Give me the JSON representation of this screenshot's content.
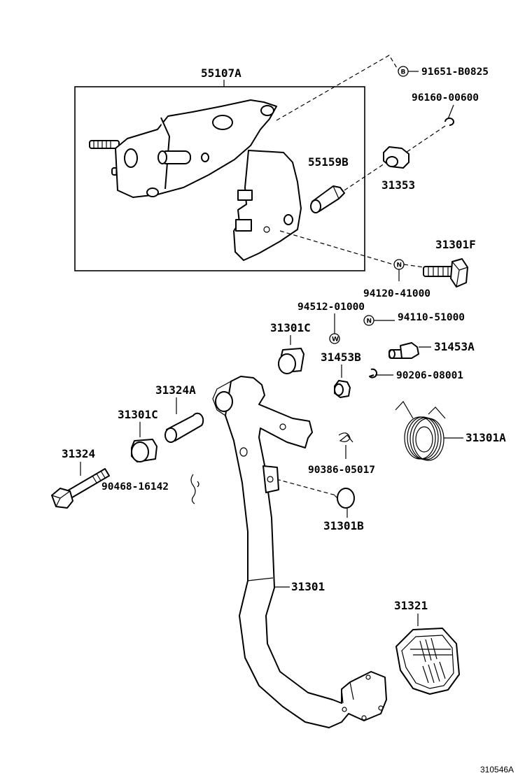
{
  "labels": {
    "bracket_assembly": "55107A",
    "bolt_b": "91651-B0825",
    "clip_top": "96160-00600",
    "pin": "55159B",
    "nut_31353": "31353",
    "bolt_31301f": "31301F",
    "nut_n_top": "94120-41000",
    "washer_w": "94512-01000",
    "nut_n_mid": "94110-51000",
    "bushing_top": "31301C",
    "stopper_453b": "31453B",
    "bolt_453a": "31453A",
    "clip_902": "90206-08001",
    "collar": "31324A",
    "bushing_left": "31301C",
    "spring": "31301A",
    "bolt_31324": "31324",
    "pin_clip": "90468-16142",
    "clip_903": "90386-05017",
    "cushion": "31301B",
    "pedal_arm": "31301",
    "pedal_pad": "31321",
    "diagram_ref": "310546A"
  },
  "symbols": {
    "b": "B",
    "n": "N",
    "w": "W"
  }
}
